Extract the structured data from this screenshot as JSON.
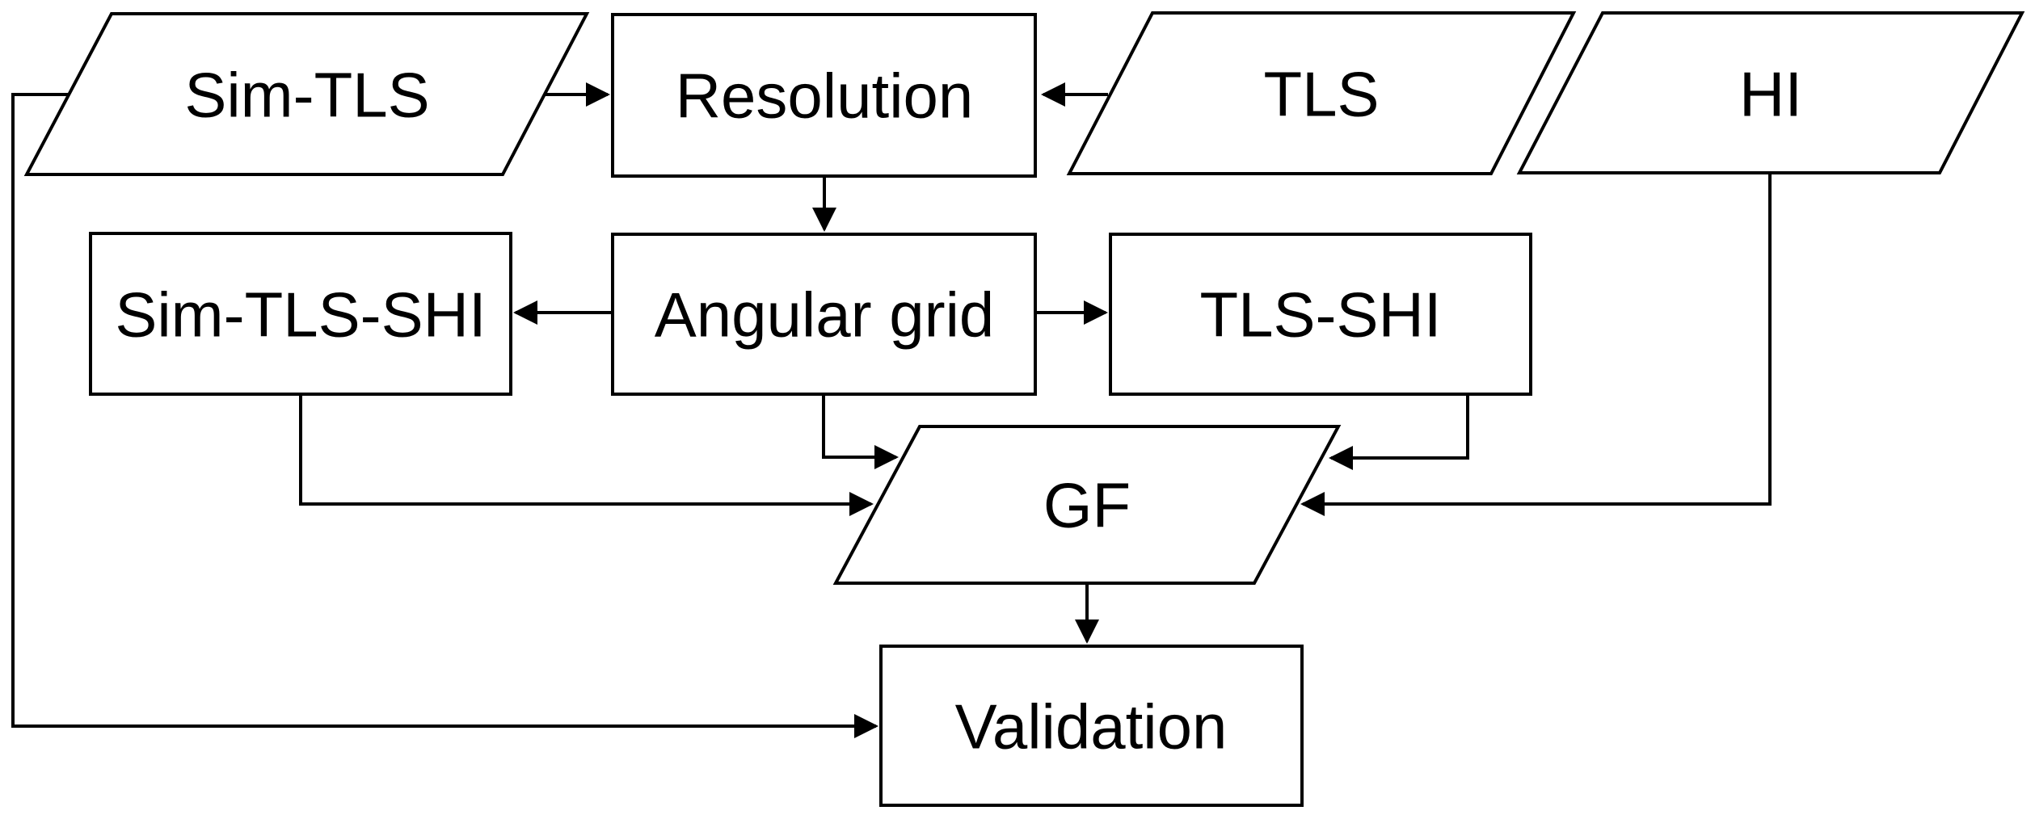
{
  "diagram": {
    "background_color": "#ffffff",
    "line_color": "#000000",
    "text_color": "#000000",
    "nodes": {
      "sim_tls": {
        "label": "Sim-TLS",
        "shape": "parallelogram"
      },
      "resolution": {
        "label": "Resolution",
        "shape": "rectangle"
      },
      "tls": {
        "label": "TLS",
        "shape": "parallelogram"
      },
      "hi": {
        "label": "HI",
        "shape": "parallelogram"
      },
      "sim_tls_shi": {
        "label": "Sim-TLS-SHI",
        "shape": "rectangle"
      },
      "angular_grid": {
        "label": "Angular grid",
        "shape": "rectangle"
      },
      "tls_shi": {
        "label": "TLS-SHI",
        "shape": "rectangle"
      },
      "gf": {
        "label": "GF",
        "shape": "parallelogram"
      },
      "validation": {
        "label": "Validation",
        "shape": "rectangle"
      }
    },
    "edges": [
      {
        "from": "Sim-TLS",
        "to": "Resolution"
      },
      {
        "from": "TLS",
        "to": "Resolution"
      },
      {
        "from": "Resolution",
        "to": "Angular grid"
      },
      {
        "from": "Angular grid",
        "to": "Sim-TLS-SHI"
      },
      {
        "from": "Angular grid",
        "to": "TLS-SHI"
      },
      {
        "from": "Angular grid",
        "to": "GF"
      },
      {
        "from": "Sim-TLS-SHI",
        "to": "GF"
      },
      {
        "from": "TLS-SHI",
        "to": "GF"
      },
      {
        "from": "HI",
        "to": "GF"
      },
      {
        "from": "GF",
        "to": "Validation"
      },
      {
        "from": "Sim-TLS",
        "to": "Validation"
      }
    ]
  }
}
